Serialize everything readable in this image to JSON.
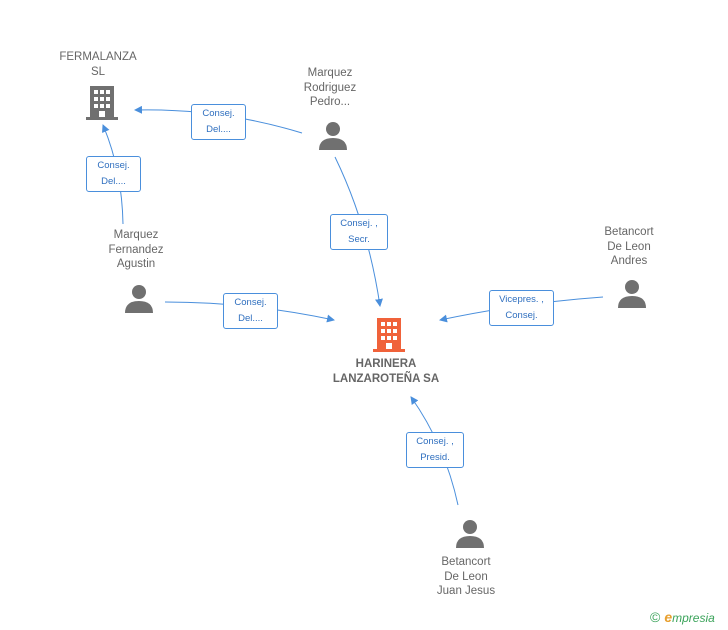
{
  "nodes": {
    "fermalanza": {
      "lines": [
        "FERMALANZA",
        "SL"
      ]
    },
    "marquez_rodriguez": {
      "lines": [
        "Marquez",
        "Rodriguez",
        "Pedro..."
      ]
    },
    "marquez_fernandez": {
      "lines": [
        "Marquez",
        "Fernandez",
        "Agustin"
      ]
    },
    "betancort_andres": {
      "lines": [
        "Betancort",
        "De Leon",
        "Andres"
      ]
    },
    "betancort_juan": {
      "lines": [
        "Betancort",
        "De Leon",
        "Juan Jesus"
      ]
    },
    "harinera": {
      "lines": [
        "HARINERA",
        "LANZAROTEÑA SA"
      ]
    }
  },
  "edges": {
    "pedro_fermalanza": {
      "lines": [
        "Consej.",
        "Del...."
      ]
    },
    "agustin_fermalanza": {
      "lines": [
        "Consej.",
        "Del...."
      ]
    },
    "pedro_harinera": {
      "lines": [
        "Consej. ,",
        "Secr."
      ]
    },
    "agustin_harinera": {
      "lines": [
        "Consej.",
        "Del...."
      ]
    },
    "andres_harinera": {
      "lines": [
        "Vicepres. ,",
        "Consej."
      ]
    },
    "juan_harinera": {
      "lines": [
        "Consej. ,",
        "Presid."
      ]
    }
  },
  "brand": {
    "copyright": "©",
    "e": "e",
    "rest": "mpresia"
  },
  "colors": {
    "edge": "#4a8fdc",
    "main_company": "#f0623a",
    "company": "#707070",
    "person": "#707070"
  }
}
